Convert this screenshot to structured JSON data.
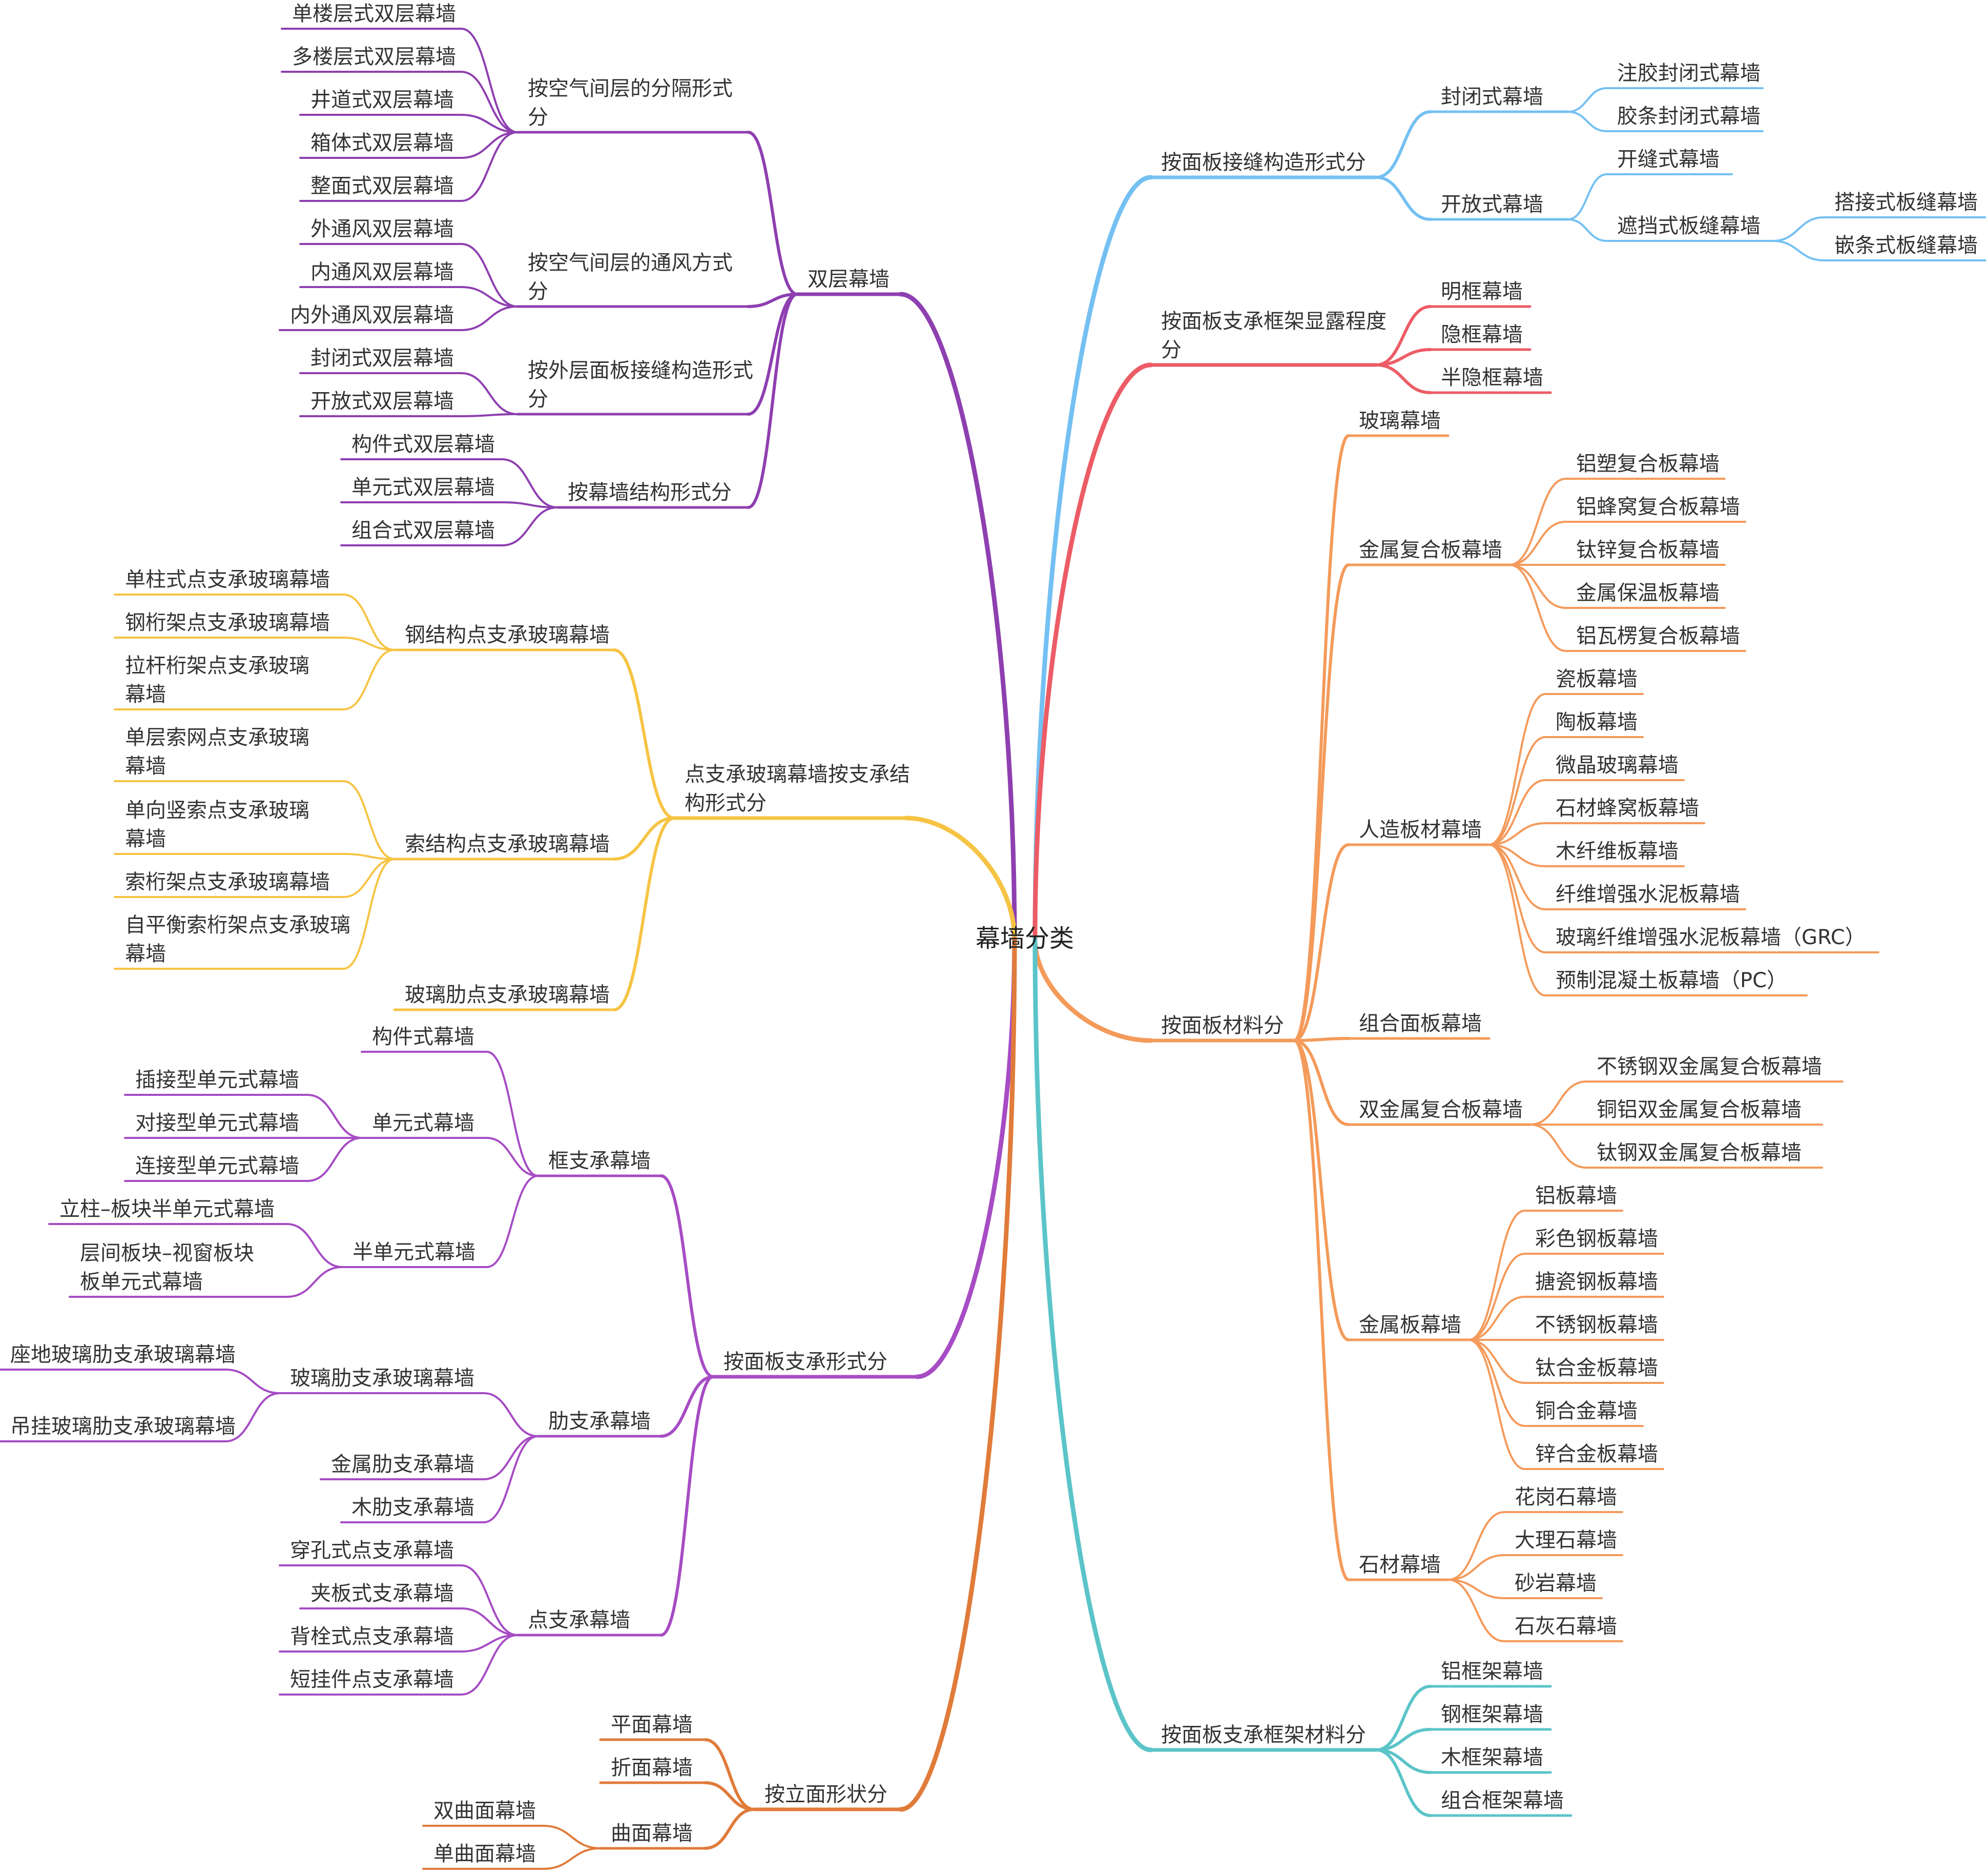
{
  "title": "幕墙分类",
  "branches": [
    {
      "label": "双层幕墙",
      "color": "#8E3FB0",
      "children": [
        {
          "label": "按空气间层的分隔形式分",
          "children": [
            {
              "label": "单楼层式双层幕墙"
            },
            {
              "label": "多楼层式双层幕墙"
            },
            {
              "label": "井道式双层幕墙"
            },
            {
              "label": "箱体式双层幕墙"
            },
            {
              "label": "整面式双层幕墙"
            }
          ]
        },
        {
          "label": "按空气间层的通风方式分",
          "children": [
            {
              "label": "外通风双层幕墙"
            },
            {
              "label": "内通风双层幕墙"
            },
            {
              "label": "内外通风双层幕墙"
            }
          ]
        },
        {
          "label": "按外层面板接缝构造形式分",
          "children": [
            {
              "label": "封闭式双层幕墙"
            },
            {
              "label": "开放式双层幕墙"
            }
          ]
        },
        {
          "label": "按幕墙结构形式分",
          "children": [
            {
              "label": "构件式双层幕墙"
            },
            {
              "label": "单元式双层幕墙"
            },
            {
              "label": "组合式双层幕墙"
            }
          ]
        }
      ]
    },
    {
      "label": "点支承玻璃幕墙按支承结构形式分",
      "color": "#F6C444",
      "children": [
        {
          "label": "钢结构点支承玻璃幕墙",
          "children": [
            {
              "label": "单柱式点支承玻璃幕墙"
            },
            {
              "label": "钢桁架点支承玻璃幕墙"
            },
            {
              "label": "拉杆桁架点支承玻璃幕墙"
            }
          ]
        },
        {
          "label": "索结构点支承玻璃幕墙",
          "children": [
            {
              "label": "单层索网点支承玻璃幕墙"
            },
            {
              "label": "单向竖索点支承玻璃幕墙"
            },
            {
              "label": "索桁架点支承玻璃幕墙"
            },
            {
              "label": "自平衡索桁架点支承玻璃幕墙"
            }
          ]
        },
        {
          "label": "玻璃肋点支承玻璃幕墙"
        }
      ]
    },
    {
      "label": "按面板支承形式分",
      "color": "#A64CC4",
      "children": [
        {
          "label": "框支承幕墙",
          "children": [
            {
              "label": "构件式幕墙"
            },
            {
              "label": "单元式幕墙",
              "children": [
                {
                  "label": "插接型单元式幕墙"
                },
                {
                  "label": "对接型单元式幕墙"
                },
                {
                  "label": "连接型单元式幕墙"
                }
              ]
            },
            {
              "label": "半单元式幕墙",
              "children": [
                {
                  "label": "立柱–板块半单元式幕墙"
                },
                {
                  "label": "层间板块–视窗板块板单元式幕墙"
                }
              ]
            }
          ]
        },
        {
          "label": "肋支承幕墙",
          "children": [
            {
              "label": "玻璃肋支承玻璃幕墙",
              "children": [
                {
                  "label": "座地玻璃肋支承玻璃幕墙"
                },
                {
                  "label": "吊挂玻璃肋支承玻璃幕墙"
                }
              ]
            },
            {
              "label": "金属肋支承幕墙"
            },
            {
              "label": "木肋支承幕墙"
            }
          ]
        },
        {
          "label": "点支承幕墙",
          "children": [
            {
              "label": "穿孔式点支承幕墙"
            },
            {
              "label": "夹板式支承幕墙"
            },
            {
              "label": "背栓式点支承幕墙"
            },
            {
              "label": "短挂件点支承幕墙"
            }
          ]
        }
      ]
    },
    {
      "label": "按立面形状分",
      "color": "#E07B3A",
      "children": [
        {
          "label": "平面幕墙"
        },
        {
          "label": "折面幕墙"
        },
        {
          "label": "曲面幕墙",
          "children": [
            {
              "label": "双曲面幕墙"
            },
            {
              "label": "单曲面幕墙"
            }
          ]
        }
      ]
    },
    {
      "label": "按面板接缝构造形式分",
      "color": "#74C0F2",
      "children": [
        {
          "label": "封闭式幕墙",
          "children": [
            {
              "label": "注胶封闭式幕墙"
            },
            {
              "label": "胶条封闭式幕墙"
            }
          ]
        },
        {
          "label": "开放式幕墙",
          "children": [
            {
              "label": "开缝式幕墙"
            },
            {
              "label": "遮挡式板缝幕墙",
              "children": [
                {
                  "label": "搭接式板缝幕墙"
                },
                {
                  "label": "嵌条式板缝幕墙"
                }
              ]
            }
          ]
        }
      ]
    },
    {
      "label": "按面板支承框架显露程度分",
      "color": "#EC5C66",
      "children": [
        {
          "label": "明框幕墙"
        },
        {
          "label": "隐框幕墙"
        },
        {
          "label": "半隐框幕墙"
        }
      ]
    },
    {
      "label": "按面板材料分",
      "color": "#F49A5A",
      "children": [
        {
          "label": "玻璃幕墙"
        },
        {
          "label": "金属复合板幕墙",
          "children": [
            {
              "label": "铝塑复合板幕墙"
            },
            {
              "label": "铝蜂窝复合板幕墙"
            },
            {
              "label": "钛锌复合板幕墙"
            },
            {
              "label": "金属保温板幕墙"
            },
            {
              "label": "铝瓦楞复合板幕墙"
            }
          ]
        },
        {
          "label": "人造板材幕墙",
          "children": [
            {
              "label": "瓷板幕墙"
            },
            {
              "label": "陶板幕墙"
            },
            {
              "label": "微晶玻璃幕墙"
            },
            {
              "label": "石材蜂窝板幕墙"
            },
            {
              "label": "木纤维板幕墙"
            },
            {
              "label": "纤维增强水泥板幕墙"
            },
            {
              "label": "玻璃纤维增强水泥板幕墙（GRC）"
            },
            {
              "label": "预制混凝土板幕墙（PC）"
            }
          ]
        },
        {
          "label": "组合面板幕墙"
        },
        {
          "label": "双金属复合板幕墙",
          "children": [
            {
              "label": "不锈钢双金属复合板幕墙"
            },
            {
              "label": "铜铝双金属复合板幕墙"
            },
            {
              "label": "钛钢双金属复合板幕墙"
            }
          ]
        },
        {
          "label": "金属板幕墙",
          "children": [
            {
              "label": "铝板幕墙"
            },
            {
              "label": "彩色钢板幕墙"
            },
            {
              "label": "搪瓷钢板幕墙"
            },
            {
              "label": "不锈钢板幕墙"
            },
            {
              "label": "钛合金板幕墙"
            },
            {
              "label": "铜合金幕墙"
            },
            {
              "label": "锌合金板幕墙"
            }
          ]
        },
        {
          "label": "石材幕墙",
          "children": [
            {
              "label": "花岗石幕墙"
            },
            {
              "label": "大理石幕墙"
            },
            {
              "label": "砂岩幕墙"
            },
            {
              "label": "石灰石幕墙"
            }
          ]
        }
      ]
    },
    {
      "label": "按面板支承框架材料分",
      "color": "#5BC4C8",
      "children": [
        {
          "label": "铝框架幕墙"
        },
        {
          "label": "钢框架幕墙"
        },
        {
          "label": "木框架幕墙"
        },
        {
          "label": "组合框架幕墙"
        }
      ]
    }
  ]
}
